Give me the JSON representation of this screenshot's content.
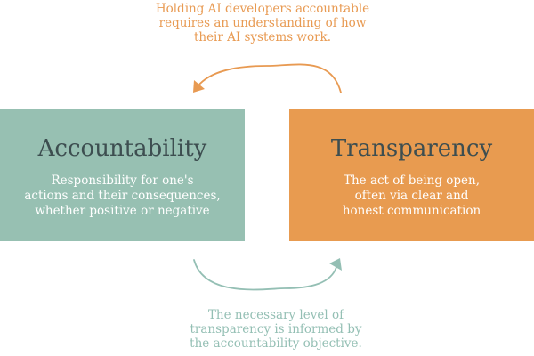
{
  "captions": {
    "top": "Holding AI developers accountable\nrequires an understanding of how\ntheir AI systems work.",
    "bottom": "The necessary level of\ntransparency is informed by\nthe accountability objective."
  },
  "boxes": {
    "left": {
      "title": "Accountability",
      "body": "Responsibility for one's\nactions and their consequences,\nwhether positive or negative"
    },
    "right": {
      "title": "Transparency",
      "body": "The act of being open,\noften via clear and\nhonest communication"
    }
  },
  "colors": {
    "accountability_box": "#97C0B2",
    "transparency_box": "#E89B50",
    "top_arrow": "#E89A52",
    "bottom_arrow": "#94BFB4",
    "title_text": "#3D4E50"
  }
}
